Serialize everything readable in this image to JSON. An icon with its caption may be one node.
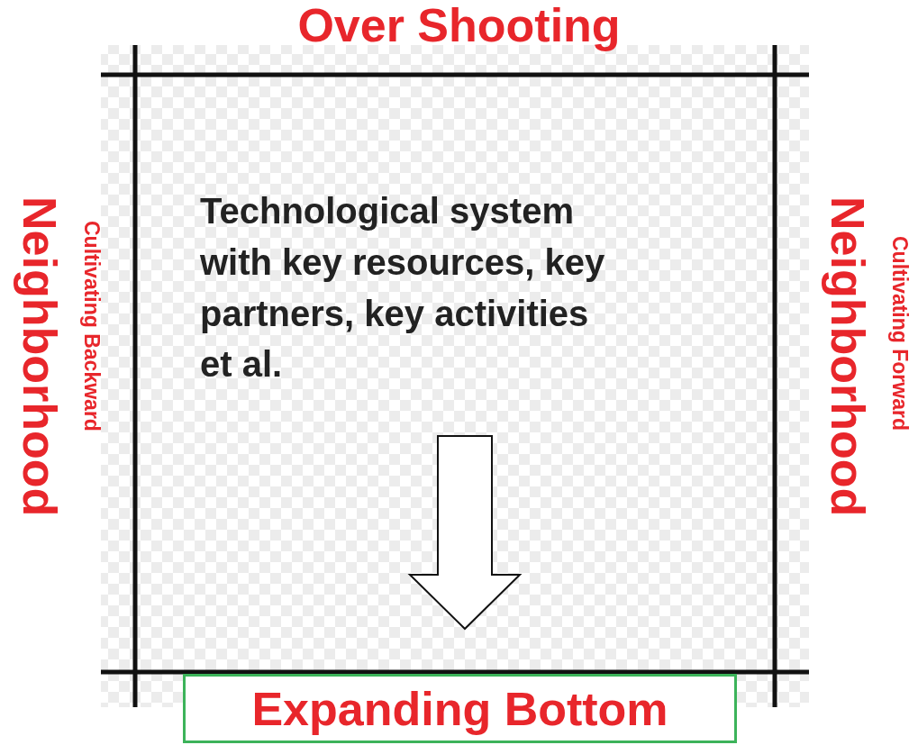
{
  "diagram": {
    "nodes": [
      {
        "text": [
          "Technological system with key resources, key partners, key activities et al."
        ]
      },
      {
        "text": [
          "Expanding Bottom"
        ]
      }
    ],
    "labels": [
      "Over Shooting",
      "Neighborhood",
      "Cultivating Backward",
      "Neighborhood",
      "Cultivating Forward"
    ]
  }
}
